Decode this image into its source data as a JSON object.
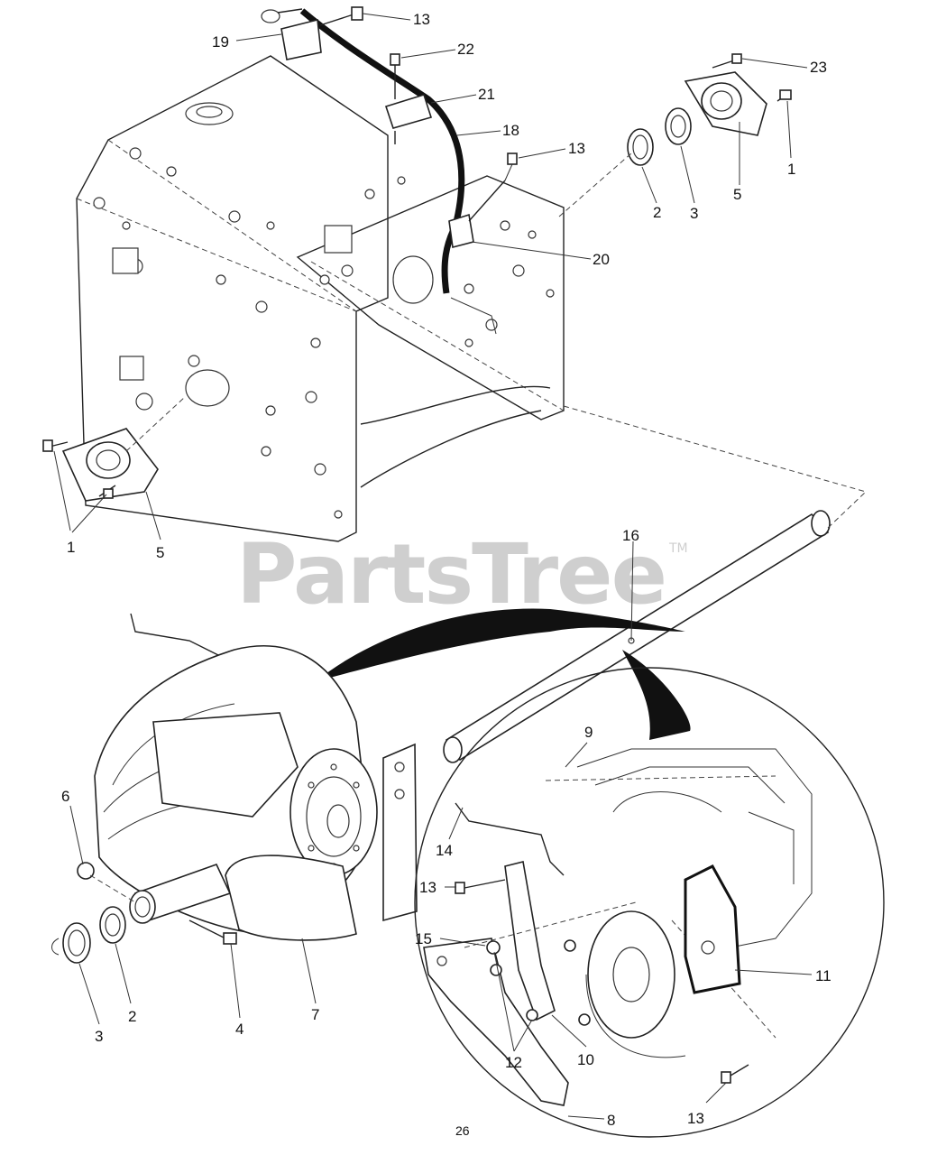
{
  "watermark": {
    "text": "PartsTree",
    "trademark": "TM"
  },
  "callouts": [
    {
      "id": "c13a",
      "text": "13"
    },
    {
      "id": "c19",
      "text": "19"
    },
    {
      "id": "c22",
      "text": "22"
    },
    {
      "id": "c21",
      "text": "21"
    },
    {
      "id": "c18",
      "text": "18"
    },
    {
      "id": "c13b",
      "text": "13"
    },
    {
      "id": "c20",
      "text": "20"
    },
    {
      "id": "c23",
      "text": "23"
    },
    {
      "id": "c1a",
      "text": "1"
    },
    {
      "id": "c5a",
      "text": "5"
    },
    {
      "id": "c3a",
      "text": "3"
    },
    {
      "id": "c2a",
      "text": "2"
    },
    {
      "id": "c1b",
      "text": "1"
    },
    {
      "id": "c5b",
      "text": "5"
    },
    {
      "id": "c16",
      "text": "16"
    },
    {
      "id": "c6",
      "text": "6"
    },
    {
      "id": "c3b",
      "text": "3"
    },
    {
      "id": "c2b",
      "text": "2"
    },
    {
      "id": "c4",
      "text": "4"
    },
    {
      "id": "c7",
      "text": "7"
    },
    {
      "id": "c9",
      "text": "9"
    },
    {
      "id": "c14",
      "text": "14"
    },
    {
      "id": "c13c",
      "text": "13"
    },
    {
      "id": "c15",
      "text": "15"
    },
    {
      "id": "c11",
      "text": "11"
    },
    {
      "id": "c12",
      "text": "12"
    },
    {
      "id": "c10",
      "text": "10"
    },
    {
      "id": "c13d",
      "text": "13"
    },
    {
      "id": "c8",
      "text": "8"
    },
    {
      "id": "c26",
      "text": "26"
    }
  ]
}
